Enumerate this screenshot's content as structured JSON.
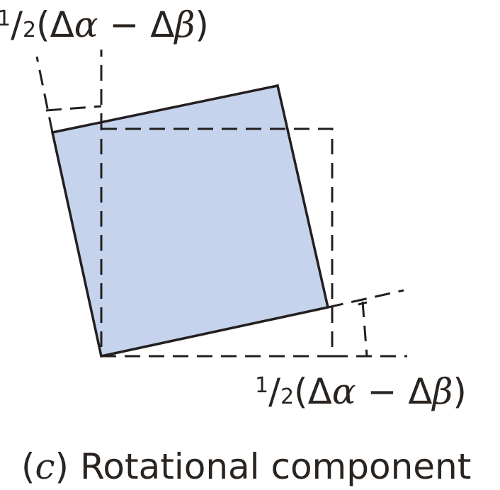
{
  "labels": {
    "top_angle": {
      "numerator": "1",
      "slash": "/",
      "denominator": "2",
      "open": "(",
      "delta1": "Δ",
      "alpha": "α",
      "minus": " − ",
      "delta2": "Δ",
      "beta": "β",
      "close": ")"
    },
    "bottom_angle": {
      "numerator": "1",
      "slash": "/",
      "denominator": "2",
      "open": "(",
      "delta1": "Δ",
      "alpha": "α",
      "minus": " − ",
      "delta2": "Δ",
      "beta": "β",
      "close": ")"
    }
  },
  "caption": {
    "open": "(",
    "letter": "c",
    "close": ")",
    "text": " Rotational component"
  },
  "colors": {
    "element_fill": "#c6d3ec",
    "stroke": "#231f20",
    "text": "#2a2420"
  }
}
